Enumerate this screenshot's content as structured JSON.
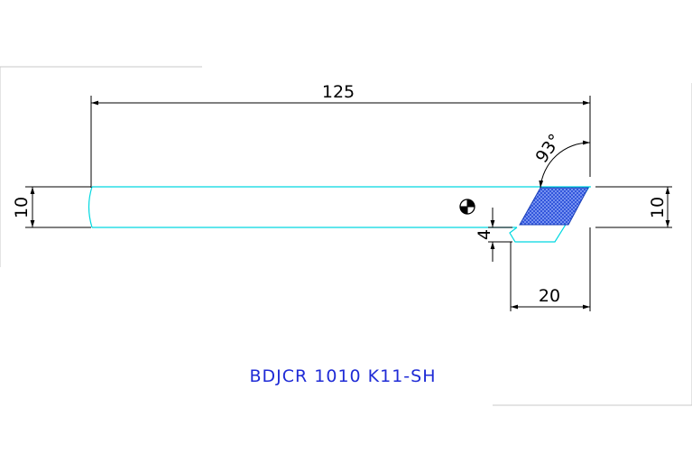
{
  "drawing": {
    "model_code": "BDJCR 1010 K11-SH",
    "dimensions": {
      "overall_length": "125",
      "shank_height_left": "10",
      "shank_height_right": "10",
      "head_offset": "4",
      "head_length": "20",
      "approach_angle": "93°"
    },
    "icons": {
      "center_mark": "center-mark-icon"
    },
    "colors": {
      "outline": "#00d8e0",
      "dimension": "#000000",
      "insert_fill": "#2a4fd8",
      "model_text": "#1f2bd6",
      "frame": "#c8c8c8"
    }
  }
}
